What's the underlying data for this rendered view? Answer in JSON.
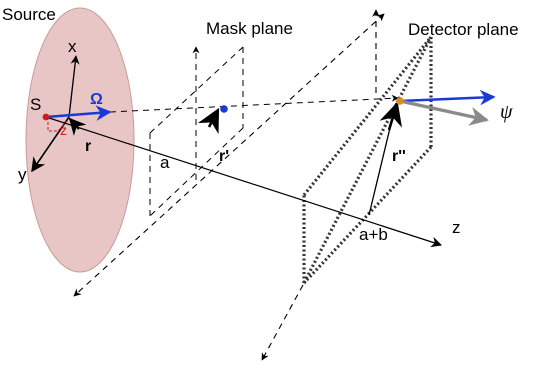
{
  "labels": {
    "source": "Source",
    "mask_plane": "Mask plane",
    "detector_plane": "Detector plane",
    "s": "S",
    "x": "x",
    "y": "y",
    "z_axis": "z",
    "z_source": "z",
    "r": "r",
    "r_prime": "r'",
    "r_double_prime": "r''",
    "omega": "Ω",
    "a": "a",
    "a_plus_b": "a+b",
    "psi": "ψ"
  },
  "colors": {
    "source_fill": "#e8c6c6",
    "source_stroke": "#c99a9a",
    "omega_arrow": "#1a3ad6",
    "psi_arrow": "#1a3ad6",
    "gray_arrow": "#8a8a8a",
    "mask_point": "#1a3ad6",
    "detector_point": "#e08a1a",
    "source_point": "#d21a1a",
    "red_dashed": "#d21a1a"
  }
}
